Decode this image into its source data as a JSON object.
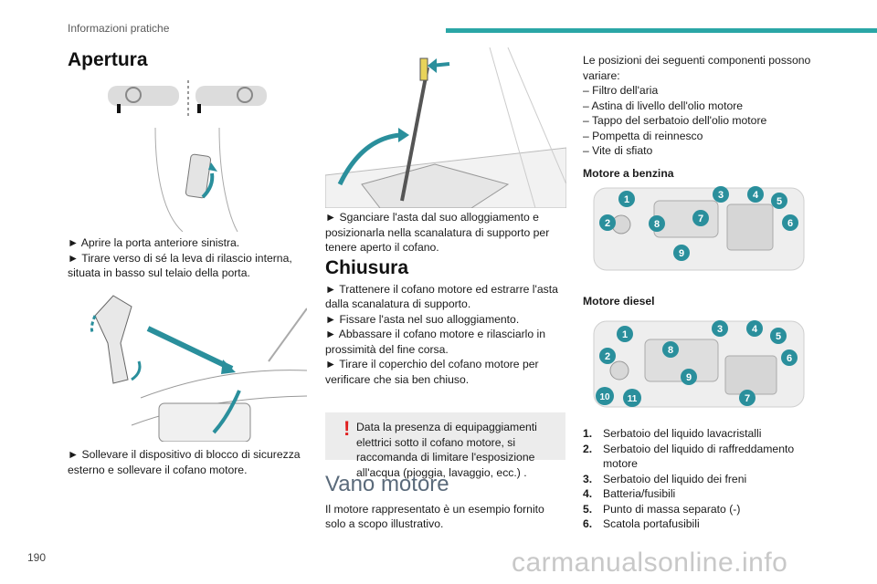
{
  "header": {
    "section": "Informazioni pratiche",
    "page_number": "190"
  },
  "watermark": "carmanualsonline.info",
  "col1": {
    "title": "Apertura",
    "step1": "► Aprire la porta anteriore sinistra.",
    "step2": "► Tirare verso di sé la leva di rilascio interna, situata in basso sul telaio della porta.",
    "step3": "► Sollevare il dispositivo di blocco di sicurezza esterno e sollevare il cofano motore."
  },
  "col2": {
    "step4": "► Sganciare l'asta dal suo alloggiamento e posizionarla nella scanalatura di supporto per tenere aperto il cofano.",
    "closing_title": "Chiusura",
    "close1": "► Trattenere il cofano motore ed estrarre l'asta dalla scanalatura di supporto.",
    "close2": "► Fissare l'asta nel suo alloggiamento.",
    "close3": "► Abbassare il cofano motore e rilasciarlo in prossimità del fine corsa.",
    "close4": "► Tirare il coperchio del cofano motore per verificare che sia ben chiuso.",
    "warning": "Data la presenza di equipaggiamenti elettrici sotto il cofano motore, si raccomanda di limitare l'esposizione all'acqua (pioggia, lavaggio, ecc.) .",
    "engine_title": "Vano motore",
    "engine_text": "Il motore rappresentato è un esempio fornito solo a scopo illustrativo."
  },
  "col3": {
    "intro": "Le posizioni dei seguenti componenti possono variare:",
    "variants": [
      "– Filtro dell'aria",
      "– Astina di livello dell'olio motore",
      "– Tappo del serbatoio dell'olio motore",
      "– Pompetta di reinnesco",
      "– Vite di sfiato"
    ],
    "petrol_title": "Motore a benzina",
    "diesel_title": "Motore diesel",
    "petrol_badges": [
      "1",
      "2",
      "3",
      "4",
      "5",
      "6",
      "7",
      "8",
      "9"
    ],
    "diesel_badges": [
      "1",
      "2",
      "3",
      "4",
      "5",
      "6",
      "7",
      "8",
      "9",
      "10",
      "11"
    ],
    "legend": [
      {
        "n": "1.",
        "t": "Serbatoio del liquido lavacristalli"
      },
      {
        "n": "2.",
        "t": "Serbatoio del liquido di raffreddamento motore"
      },
      {
        "n": "3.",
        "t": "Serbatoio del liquido dei freni"
      },
      {
        "n": "4.",
        "t": "Batteria/fusibili"
      },
      {
        "n": "5.",
        "t": "Punto di massa separato (-)"
      },
      {
        "n": "6.",
        "t": "Scatola portafusibili"
      }
    ]
  },
  "colors": {
    "accent": "#2aa6a6",
    "badge": "#2a8f9c",
    "warning": "#e02020"
  }
}
